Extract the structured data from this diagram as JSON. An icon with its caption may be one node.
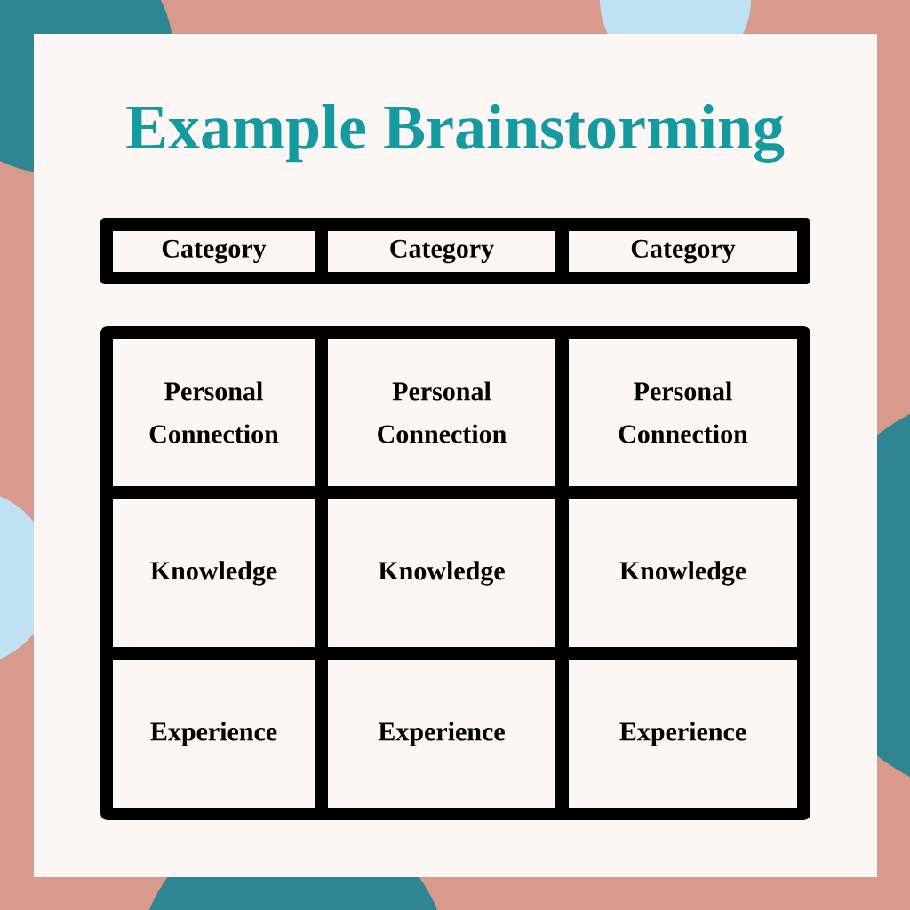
{
  "diagram": {
    "title": "Example Brainstorming",
    "nodes": [
      {
        "text": [],
        "shape": "bar"
      },
      {
        "text": [
          "Category"
        ],
        "in": 0
      },
      {
        "text": [
          "Category"
        ],
        "in": 0
      },
      {
        "text": [
          "Category"
        ],
        "in": 0
      },
      {
        "text": [],
        "shape": "box"
      },
      {
        "text": [
          "Personal Connection"
        ],
        "in": 4
      },
      {
        "text": [
          "Personal Connection"
        ],
        "in": 4
      },
      {
        "text": [
          "Personal Connection"
        ],
        "in": 4
      },
      {
        "text": [
          "Knowledge"
        ],
        "in": 4
      },
      {
        "text": [
          "Knowledge"
        ],
        "in": 4
      },
      {
        "text": [
          "Knowledge"
        ],
        "in": 4
      },
      {
        "text": [
          "Experience"
        ],
        "in": 4
      },
      {
        "text": [
          "Experience"
        ],
        "in": 4
      },
      {
        "text": [
          "Experience"
        ],
        "in": 4
      }
    ]
  }
}
